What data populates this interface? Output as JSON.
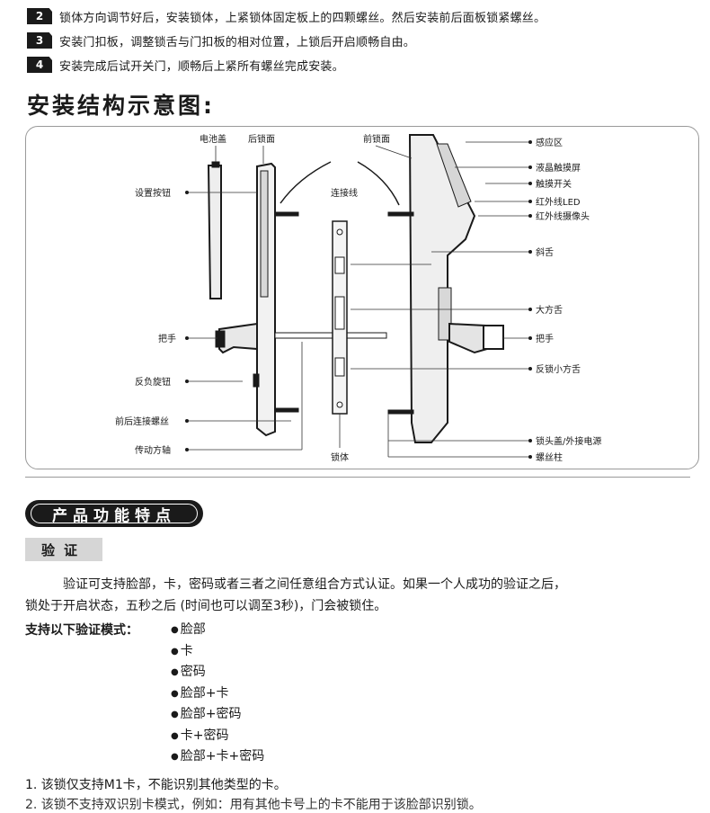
{
  "steps": [
    {
      "num": "2",
      "text": "锁体方向调节好后，安装锁体，上紧锁体固定板上的四颗螺丝。然后安装前后面板锁紧螺丝。"
    },
    {
      "num": "3",
      "text": "安装门扣板，调整锁舌与门扣板的相对位置，上锁后开启顺畅自由。"
    },
    {
      "num": "4",
      "text": "安装完成后试开关门，顺畅后上紧所有螺丝完成安装。"
    }
  ],
  "diagram": {
    "title": "安装结构示意图:",
    "labels": {
      "battery_cover": "电池盖",
      "rear_panel": "后锁面",
      "front_panel": "前锁面",
      "settings_button": "设置按钮",
      "cable": "连接线",
      "handle_left": "把手",
      "anti_knob": "反负旋钮",
      "connect_screw": "前后连接螺丝",
      "drive_shaft": "传动方轴",
      "lock_body": "锁体",
      "sensor": "感应区",
      "lcd": "液晶触摸屏",
      "touch_switch": "触摸开关",
      "ir_led": "红外线LED",
      "ir_camera": "红外线摄像头",
      "latch": "斜舌",
      "deadbolt": "大方舌",
      "handle_right": "把手",
      "anti_bolt": "反锁小方舌",
      "power_cover": "锁头盖/外接电源",
      "screw_post": "螺丝柱"
    }
  },
  "features": {
    "section_title": "产品功能特点",
    "tag": "验证",
    "para_line1": "验证可支持脸部，卡，密码或者三者之间任意组合方式认证。如果一个人成功的验证之后，",
    "para_line2": "锁处于开启状态，五秒之后 (时间也可以调至3秒)，门会被锁住。",
    "modes_label": "支持以下验证模式：",
    "modes": [
      "脸部",
      "卡",
      "密码",
      "脸部+卡",
      "脸部+密码",
      "卡+密码",
      "脸部+卡+密码"
    ],
    "note1": "1. 该锁仅支持M1卡，不能识别其他类型的卡。",
    "note2": "2. 该锁不支持双识别卡模式，例如：用有其他卡号上的卡不能用于该脸部识别锁。"
  }
}
